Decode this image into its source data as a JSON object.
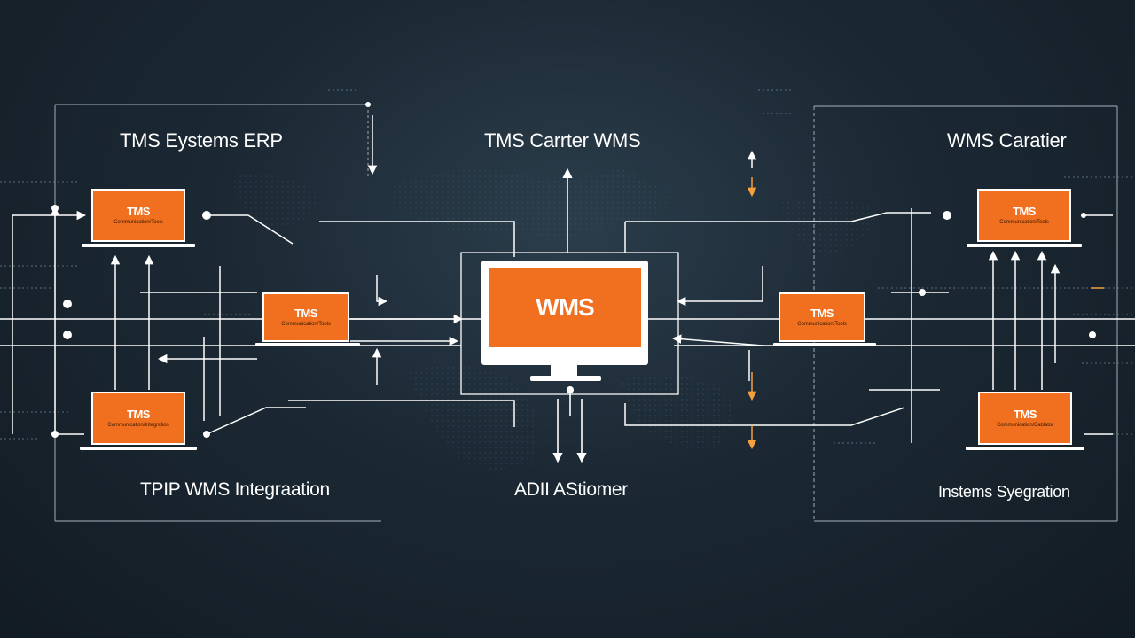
{
  "labels": {
    "top_left": "TMS  Eystems ERP",
    "top_center": "TMS  Carrter  WMS",
    "top_right": "WMS  Caratier",
    "bottom_left": "TPIP   WMS  Integraation",
    "bottom_center": "ADII  AStiomer",
    "bottom_right": "Instems  Syegration"
  },
  "center_node": {
    "title": "WMS"
  },
  "nodes": [
    {
      "id": "left-top",
      "title": "TMS",
      "subtitle": "Communication/Tools"
    },
    {
      "id": "left-mid",
      "title": "TMS",
      "subtitle": "Communication/Tools"
    },
    {
      "id": "left-bottom",
      "title": "TMS",
      "subtitle": "Communication/Integration"
    },
    {
      "id": "right-top",
      "title": "TMS",
      "subtitle": "Communication/Tools"
    },
    {
      "id": "right-mid",
      "title": "TMS",
      "subtitle": "Communication/Tools"
    },
    {
      "id": "right-bottom",
      "title": "TMS",
      "subtitle": "Communication/Cablator"
    }
  ],
  "colors": {
    "background": "#17232d",
    "accent_orange": "#f0701f",
    "line": "#ffffff",
    "frame": "#8a96a0",
    "arrow_orange": "#f5a03c"
  }
}
